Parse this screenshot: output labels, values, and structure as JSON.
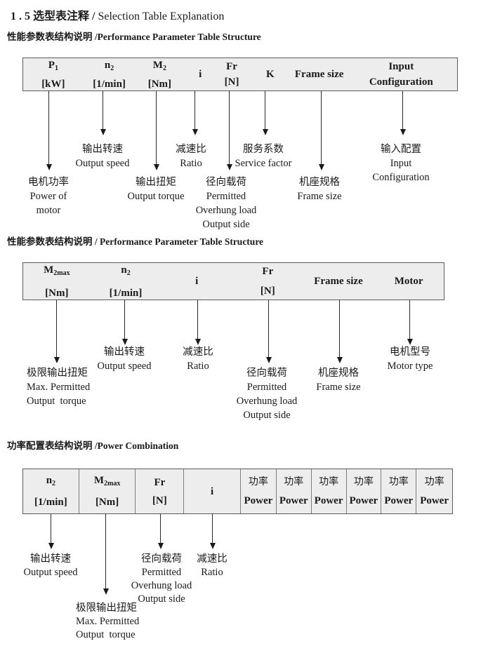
{
  "title": {
    "cn": "1 . 5 选型表注释 / ",
    "en": "Selection Table Explanation"
  },
  "colors": {
    "header_cell_bg": "#ededed",
    "table_border": "#5a5a5a",
    "text": "#1a1a1a"
  },
  "sections": [
    {
      "heading": "性能参数表结构说明 /Performance Parameter Table Structure",
      "columns": [
        {
          "base": "P",
          "sub": "1",
          "unit": "[kW]"
        },
        {
          "base": "n",
          "sub": "2",
          "unit": "[1/min]"
        },
        {
          "base": "M",
          "sub": "2",
          "unit": "[Nm]"
        },
        {
          "base": "i"
        },
        {
          "base": "Fr",
          "unit": "[N]"
        },
        {
          "base": "K"
        },
        {
          "base": "Frame size"
        },
        {
          "base": "Input",
          "unit": "Configuration"
        }
      ],
      "callouts": [
        {
          "lines": [
            "电机功率",
            "Power of",
            "motor"
          ]
        },
        {
          "lines": [
            "输出转速",
            "Output speed"
          ]
        },
        {
          "lines": [
            "输出扭矩",
            "Output torque"
          ]
        },
        {
          "lines": [
            "减速比",
            "Ratio"
          ]
        },
        {
          "lines": [
            "径向载荷",
            "Permitted",
            "Overhung load",
            "Output side"
          ]
        },
        {
          "lines": [
            "服务系数",
            "Service factor"
          ]
        },
        {
          "lines": [
            "机座规格",
            "Frame size"
          ]
        },
        {
          "lines": [
            "输入配置",
            "Input",
            "Configuration"
          ]
        }
      ]
    },
    {
      "heading": "性能参数表结构说明 / Performance Parameter Table Structure",
      "columns": [
        {
          "base": "M",
          "sub": "2max",
          "unit": "[Nm]"
        },
        {
          "base": "n",
          "sub": "2",
          "unit": "[1/min]"
        },
        {
          "base": "i"
        },
        {
          "base": "Fr",
          "unit": "[N]"
        },
        {
          "base": "Frame size"
        },
        {
          "base": "Motor"
        }
      ],
      "callouts": [
        {
          "lines": [
            "极限输出扭矩",
            "Max. Permitted",
            "Output  torque"
          ]
        },
        {
          "lines": [
            "输出转速",
            "Output speed"
          ]
        },
        {
          "lines": [
            "减速比",
            "Ratio"
          ]
        },
        {
          "lines": [
            "径向载荷",
            "Permitted",
            "Overhung load",
            "Output side"
          ]
        },
        {
          "lines": [
            "机座规格",
            "Frame size"
          ]
        },
        {
          "lines": [
            "电机型号",
            "Motor type"
          ]
        }
      ]
    },
    {
      "heading": "功率配置表结构说明 /Power Combination",
      "columns": [
        {
          "base": "n",
          "sub": "2",
          "unit": "[1/min]"
        },
        {
          "base": "M",
          "sub": "2max",
          "unit": "[Nm]"
        },
        {
          "base": "Fr",
          "unit": "[N]"
        },
        {
          "base": "i"
        },
        {
          "base": "功率",
          "unit": "Power"
        },
        {
          "base": "功率",
          "unit": "Power"
        },
        {
          "base": "功率",
          "unit": "Power"
        },
        {
          "base": "功率",
          "unit": "Power"
        },
        {
          "base": "功率",
          "unit": "Power"
        },
        {
          "base": "功率",
          "unit": "Power"
        }
      ],
      "callouts": [
        {
          "lines": [
            "输出转速",
            "Output speed"
          ]
        },
        {
          "lines": [
            "极限输出扭矩",
            "Max. Permitted",
            "Output  torque"
          ]
        },
        {
          "lines": [
            "径向载荷",
            "Permitted",
            "Overhung load",
            "Output side"
          ]
        },
        {
          "lines": [
            "减速比",
            "Ratio"
          ]
        }
      ]
    }
  ]
}
